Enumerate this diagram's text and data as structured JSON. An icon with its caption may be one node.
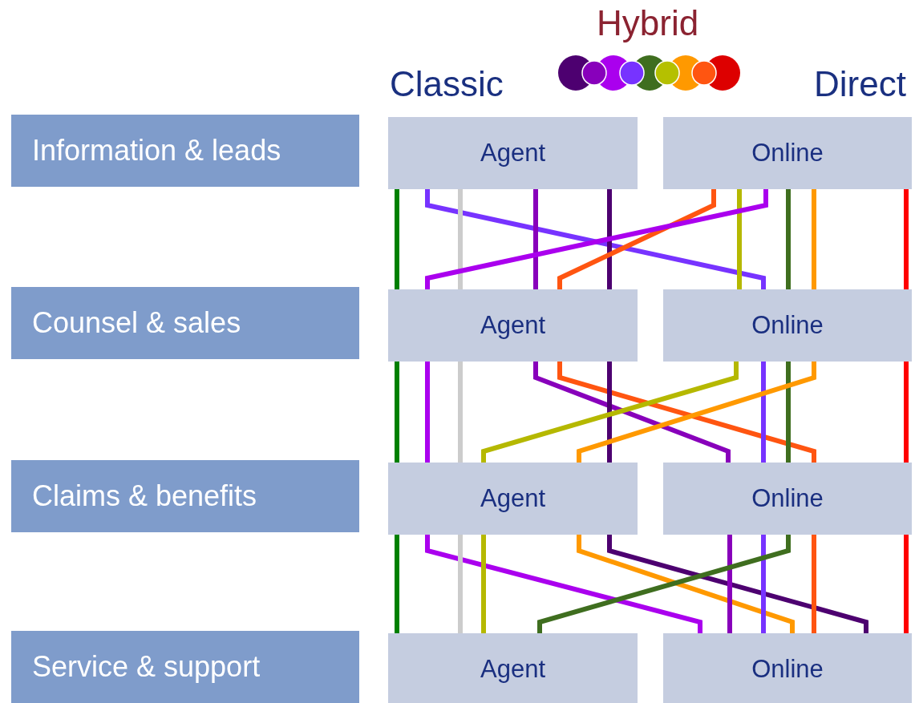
{
  "diagram": {
    "nodes": [
      {
        "text": [
          "Information & leads"
        ]
      },
      {
        "text": [
          "Agent"
        ]
      },
      {
        "text": [
          "Online"
        ]
      },
      {
        "text": [
          "Counsel & sales"
        ]
      },
      {
        "text": [
          "Agent"
        ]
      },
      {
        "text": [
          "Online"
        ]
      },
      {
        "text": [
          "Claims & benefits"
        ]
      },
      {
        "text": [
          "Agent"
        ]
      },
      {
        "text": [
          "Online"
        ]
      },
      {
        "text": [
          "Service & support"
        ]
      },
      {
        "text": [
          "Agent"
        ]
      },
      {
        "text": [
          "Online"
        ]
      }
    ],
    "edges": [
      {
        "from": 1,
        "to": 4,
        "arrow": "none",
        "color": "#008000"
      },
      {
        "from": 1,
        "to": 5,
        "arrow": "none",
        "color": "#7733ff"
      },
      {
        "from": 1,
        "to": 4,
        "arrow": "none",
        "color": "#cccccc"
      },
      {
        "from": 1,
        "to": 4,
        "arrow": "none",
        "color": "#8800bb"
      },
      {
        "from": 1,
        "to": 4,
        "arrow": "none",
        "color": "#4d0070"
      },
      {
        "from": 2,
        "to": 4,
        "arrow": "none",
        "color": "#ff5511"
      },
      {
        "from": 2,
        "to": 5,
        "arrow": "none",
        "color": "#b5b800"
      },
      {
        "from": 2,
        "to": 4,
        "arrow": "none",
        "color": "#aa00ee"
      },
      {
        "from": 2,
        "to": 5,
        "arrow": "none",
        "color": "#3f6e1f"
      },
      {
        "from": 2,
        "to": 5,
        "arrow": "none",
        "color": "#ff9900"
      },
      {
        "from": 2,
        "to": 5,
        "arrow": "none",
        "color": "#ff0000"
      },
      {
        "from": 4,
        "to": 7,
        "arrow": "none",
        "color": "#008000"
      },
      {
        "from": 4,
        "to": 7,
        "arrow": "none",
        "color": "#aa00ee"
      },
      {
        "from": 4,
        "to": 7,
        "arrow": "none",
        "color": "#cccccc"
      },
      {
        "from": 4,
        "to": 8,
        "arrow": "none",
        "color": "#8800bb"
      },
      {
        "from": 4,
        "to": 8,
        "arrow": "none",
        "color": "#ff5511"
      },
      {
        "from": 4,
        "to": 7,
        "arrow": "none",
        "color": "#4d0070"
      },
      {
        "from": 5,
        "to": 7,
        "arrow": "none",
        "color": "#b5b800"
      },
      {
        "from": 5,
        "to": 8,
        "arrow": "none",
        "color": "#7733ff"
      },
      {
        "from": 5,
        "to": 8,
        "arrow": "none",
        "color": "#3f6e1f"
      },
      {
        "from": 5,
        "to": 7,
        "arrow": "none",
        "color": "#ff9900"
      },
      {
        "from": 5,
        "to": 8,
        "arrow": "none",
        "color": "#ff0000"
      },
      {
        "from": 7,
        "to": 10,
        "arrow": "none",
        "color": "#008000"
      },
      {
        "from": 7,
        "to": 11,
        "arrow": "none",
        "color": "#aa00ee"
      },
      {
        "from": 7,
        "to": 10,
        "arrow": "none",
        "color": "#cccccc"
      },
      {
        "from": 7,
        "to": 10,
        "arrow": "none",
        "color": "#b5b800"
      },
      {
        "from": 7,
        "to": 11,
        "arrow": "none",
        "color": "#ff9900"
      },
      {
        "from": 7,
        "to": 11,
        "arrow": "none",
        "color": "#4d0070"
      },
      {
        "from": 8,
        "to": 11,
        "arrow": "none",
        "color": "#8800bb"
      },
      {
        "from": 8,
        "to": 11,
        "arrow": "none",
        "color": "#7733ff"
      },
      {
        "from": 8,
        "to": 10,
        "arrow": "none",
        "color": "#3f6e1f"
      },
      {
        "from": 8,
        "to": 11,
        "arrow": "none",
        "color": "#ff5511"
      },
      {
        "from": 8,
        "to": 11,
        "arrow": "none",
        "color": "#ff0000"
      }
    ],
    "labels": [
      "Hybrid",
      "Classic",
      "Direct"
    ]
  }
}
